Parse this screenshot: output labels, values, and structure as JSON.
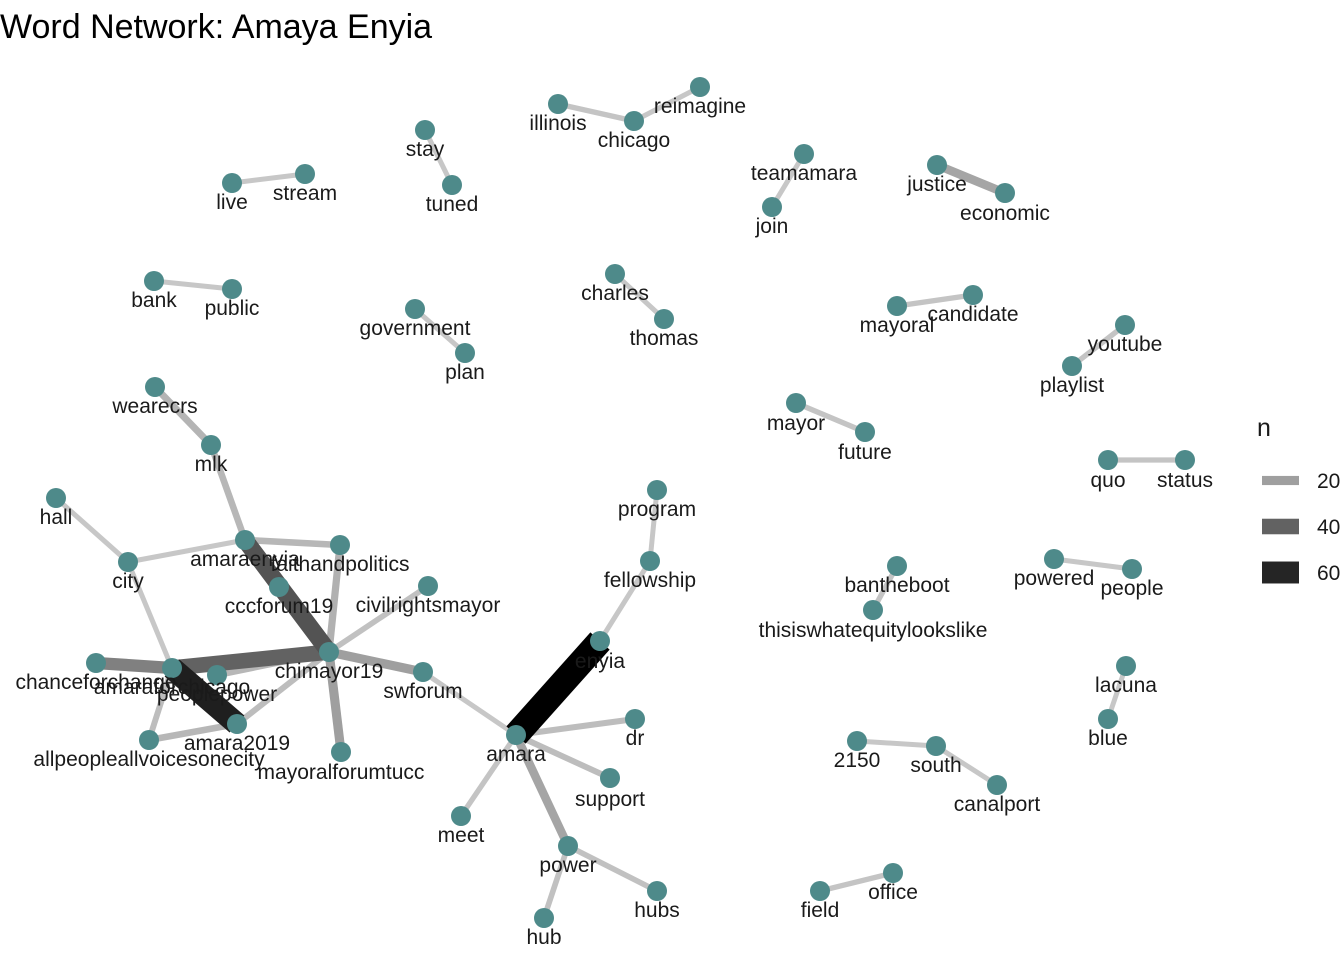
{
  "title": "Word Network: Amaya Enyia",
  "colors": {
    "node": "#4e8a8a",
    "edge_light": "#d9d9d9",
    "edge_dark": "#000000"
  },
  "legend": {
    "title": "n",
    "items": [
      {
        "label": "20",
        "n": 20
      },
      {
        "label": "40",
        "n": 40
      },
      {
        "label": "60",
        "n": 60
      }
    ]
  },
  "chart_data": {
    "type": "network",
    "nodes": [
      "illinois",
      "chicago",
      "reimagine",
      "stay",
      "tuned",
      "live",
      "stream",
      "teamamara",
      "join",
      "justice",
      "economic",
      "bank",
      "public",
      "government",
      "plan",
      "charles",
      "thomas",
      "mayoral",
      "candidate",
      "youtube",
      "playlist",
      "wearecrs",
      "mlk",
      "mayor",
      "future",
      "quo",
      "status",
      "hall",
      "city",
      "program",
      "fellowship",
      "amaraenyia",
      "faithandpolitics",
      "cccforum19",
      "civilrightsmayor",
      "bantheboot",
      "thisiswhatequitylookslike",
      "powered",
      "people",
      "chimayor19",
      "swforum",
      "chanceforchange",
      "amaraforchicago",
      "peoplepower",
      "enyia",
      "amara2019",
      "allpeopleallvoicesonecity",
      "mayoralforumtucc",
      "amara",
      "dr",
      "lacuna",
      "blue",
      "2150",
      "south",
      "canalport",
      "support",
      "meet",
      "power",
      "hubs",
      "hub",
      "field",
      "office"
    ],
    "edges": [
      {
        "from": "illinois",
        "to": "chicago",
        "n": 8
      },
      {
        "from": "chicago",
        "to": "reimagine",
        "n": 7
      },
      {
        "from": "stay",
        "to": "tuned",
        "n": 7
      },
      {
        "from": "live",
        "to": "stream",
        "n": 7
      },
      {
        "from": "teamamara",
        "to": "join",
        "n": 7
      },
      {
        "from": "justice",
        "to": "economic",
        "n": 18
      },
      {
        "from": "bank",
        "to": "public",
        "n": 7
      },
      {
        "from": "government",
        "to": "plan",
        "n": 7
      },
      {
        "from": "charles",
        "to": "thomas",
        "n": 7
      },
      {
        "from": "mayoral",
        "to": "candidate",
        "n": 8
      },
      {
        "from": "youtube",
        "to": "playlist",
        "n": 8
      },
      {
        "from": "wearecrs",
        "to": "mlk",
        "n": 13
      },
      {
        "from": "mlk",
        "to": "amaraenyia",
        "n": 12
      },
      {
        "from": "mayor",
        "to": "future",
        "n": 8
      },
      {
        "from": "quo",
        "to": "status",
        "n": 8
      },
      {
        "from": "hall",
        "to": "city",
        "n": 7
      },
      {
        "from": "city",
        "to": "amaraenyia",
        "n": 7
      },
      {
        "from": "city",
        "to": "amaraforchicago",
        "n": 7
      },
      {
        "from": "program",
        "to": "fellowship",
        "n": 7
      },
      {
        "from": "fellowship",
        "to": "enyia",
        "n": 7
      },
      {
        "from": "amaraenyia",
        "to": "faithandpolitics",
        "n": 12
      },
      {
        "from": "amaraenyia",
        "to": "chimayor19",
        "n": 45
      },
      {
        "from": "faithandpolitics",
        "to": "chimayor19",
        "n": 14
      },
      {
        "from": "cccforum19",
        "to": "chimayor19",
        "n": 10
      },
      {
        "from": "civilrightsmayor",
        "to": "chimayor19",
        "n": 9
      },
      {
        "from": "bantheboot",
        "to": "thisiswhatequitylookslike",
        "n": 8
      },
      {
        "from": "powered",
        "to": "people",
        "n": 7
      },
      {
        "from": "chimayor19",
        "to": "swforum",
        "n": 20
      },
      {
        "from": "chimayor19",
        "to": "mayoralforumtucc",
        "n": 20
      },
      {
        "from": "chimayor19",
        "to": "amaraforchicago",
        "n": 40
      },
      {
        "from": "chimayor19",
        "to": "amara2019",
        "n": 10
      },
      {
        "from": "chimayor19",
        "to": "peoplepower",
        "n": 12
      },
      {
        "from": "chanceforchange",
        "to": "amaraforchicago",
        "n": 30
      },
      {
        "from": "amaraforchicago",
        "to": "amara2019",
        "n": 62
      },
      {
        "from": "amaraforchicago",
        "to": "allpeopleallvoicesonecity",
        "n": 10
      },
      {
        "from": "amara2019",
        "to": "allpeopleallvoicesonecity",
        "n": 12
      },
      {
        "from": "swforum",
        "to": "amara",
        "n": 7
      },
      {
        "from": "enyia",
        "to": "amara",
        "n": 72
      },
      {
        "from": "amara",
        "to": "dr",
        "n": 10
      },
      {
        "from": "amara",
        "to": "support",
        "n": 10
      },
      {
        "from": "amara",
        "to": "meet",
        "n": 8
      },
      {
        "from": "amara",
        "to": "power",
        "n": 18
      },
      {
        "from": "lacuna",
        "to": "blue",
        "n": 7
      },
      {
        "from": "2150",
        "to": "south",
        "n": 7
      },
      {
        "from": "south",
        "to": "canalport",
        "n": 7
      },
      {
        "from": "power",
        "to": "hubs",
        "n": 9
      },
      {
        "from": "power",
        "to": "hub",
        "n": 9
      },
      {
        "from": "field",
        "to": "office",
        "n": 8
      }
    ]
  }
}
